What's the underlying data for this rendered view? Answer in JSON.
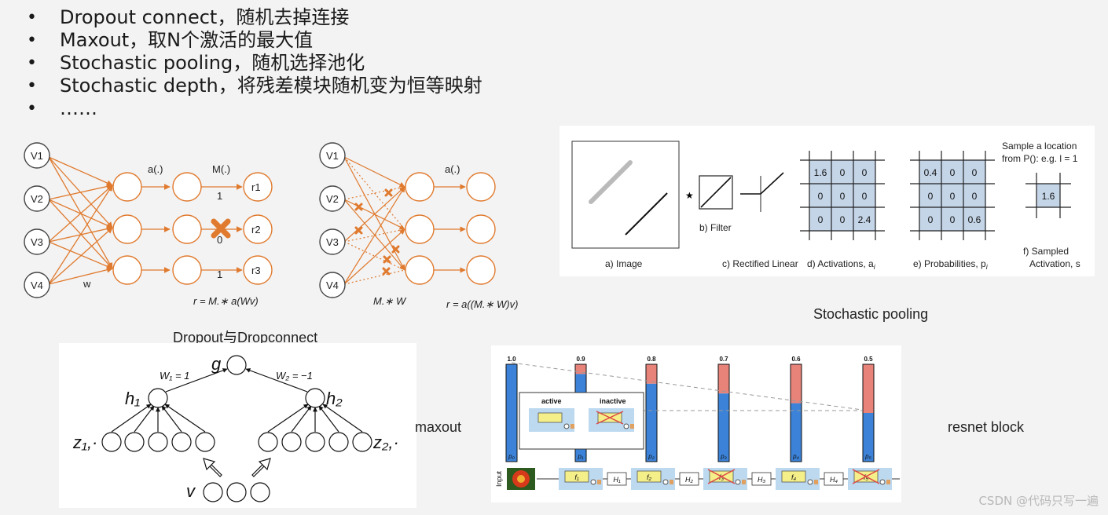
{
  "bullets": [
    "Dropout connect，随机去掉连接",
    "Maxout，取N个激活的最大值",
    "Stochastic pooling，随机选择池化",
    "Stochastic depth，将残差模块随机变为恒等映射",
    "……"
  ],
  "bullet_symbol": "•",
  "dropout_figure": {
    "inputs": [
      "V1",
      "V2",
      "V3",
      "V4"
    ],
    "inputs_right": [
      "V1",
      "V2",
      "V3",
      "V4"
    ],
    "outputs": [
      "r1",
      "r2",
      "r3"
    ],
    "activation_label": "a(.)",
    "mask_label": "M(.)",
    "mask_values": [
      "1",
      "0",
      "1"
    ],
    "weight_label": "w",
    "activation_label_right": "a(.)",
    "formula_left": "r = M.∗ a(Wv)",
    "mask_weight_label": "M.∗ W",
    "formula_right": "r = a((M.∗ W)v)",
    "caption": "Dropout与Dropconnect"
  },
  "stochastic_pooling": {
    "image_label": "a) Image",
    "star": "★",
    "filter_label": "b) Filter",
    "relu_label": "c) Rectified Linear",
    "activations_label": "d) Activations, a",
    "activations_sub": "i",
    "activations": [
      [
        "1.6",
        "0",
        "0"
      ],
      [
        "0",
        "0",
        "0"
      ],
      [
        "0",
        "0",
        "2.4"
      ]
    ],
    "probabilities_label": "e) Probabilities, p",
    "probabilities_sub": "i",
    "probabilities": [
      [
        "0.4",
        "0",
        "0"
      ],
      [
        "0",
        "0",
        "0"
      ],
      [
        "0",
        "0",
        "0.6"
      ]
    ],
    "sample_text_1": "Sample a location",
    "sample_text_2": "from P(): e.g.  l = 1",
    "sampled_value": "1.6",
    "sampled_label_1": "f) Sampled",
    "sampled_label_2": "Activation, s",
    "caption": "Stochastic pooling"
  },
  "maxout_figure": {
    "top_node": "g",
    "w1": "W₁ = 1",
    "w2": "W₂ = −1",
    "h1": "h₁",
    "h2": "h₂",
    "z1": "z₁,·",
    "z2": "z₂,·",
    "v": "v",
    "caption": "maxout"
  },
  "resnet_figure": {
    "probabilities": [
      "1.0",
      "0.9",
      "0.8",
      "0.7",
      "0.6",
      "0.5"
    ],
    "p_labels": [
      "p₀",
      "p₁",
      "p₂",
      "p₃",
      "p₄",
      "p₅"
    ],
    "legend_active": "active",
    "legend_inactive": "inactive",
    "input_label": "Input",
    "blocks": [
      "f₁",
      "f₂",
      "f₃",
      "f₄",
      "f₅"
    ],
    "hidden": [
      "H₁",
      "H₂",
      "H₃",
      "H₄"
    ],
    "caption": "resnet block"
  },
  "watermark": "CSDN @代码只写一遍",
  "colors": {
    "orange": "#e07a2e",
    "grid_fill": "#c5d5e8",
    "bar_blue": "#3b82d8",
    "bar_red": "#e8837a",
    "block_yellow": "#f5ef8a",
    "block_bg": "#bcd9ef"
  }
}
